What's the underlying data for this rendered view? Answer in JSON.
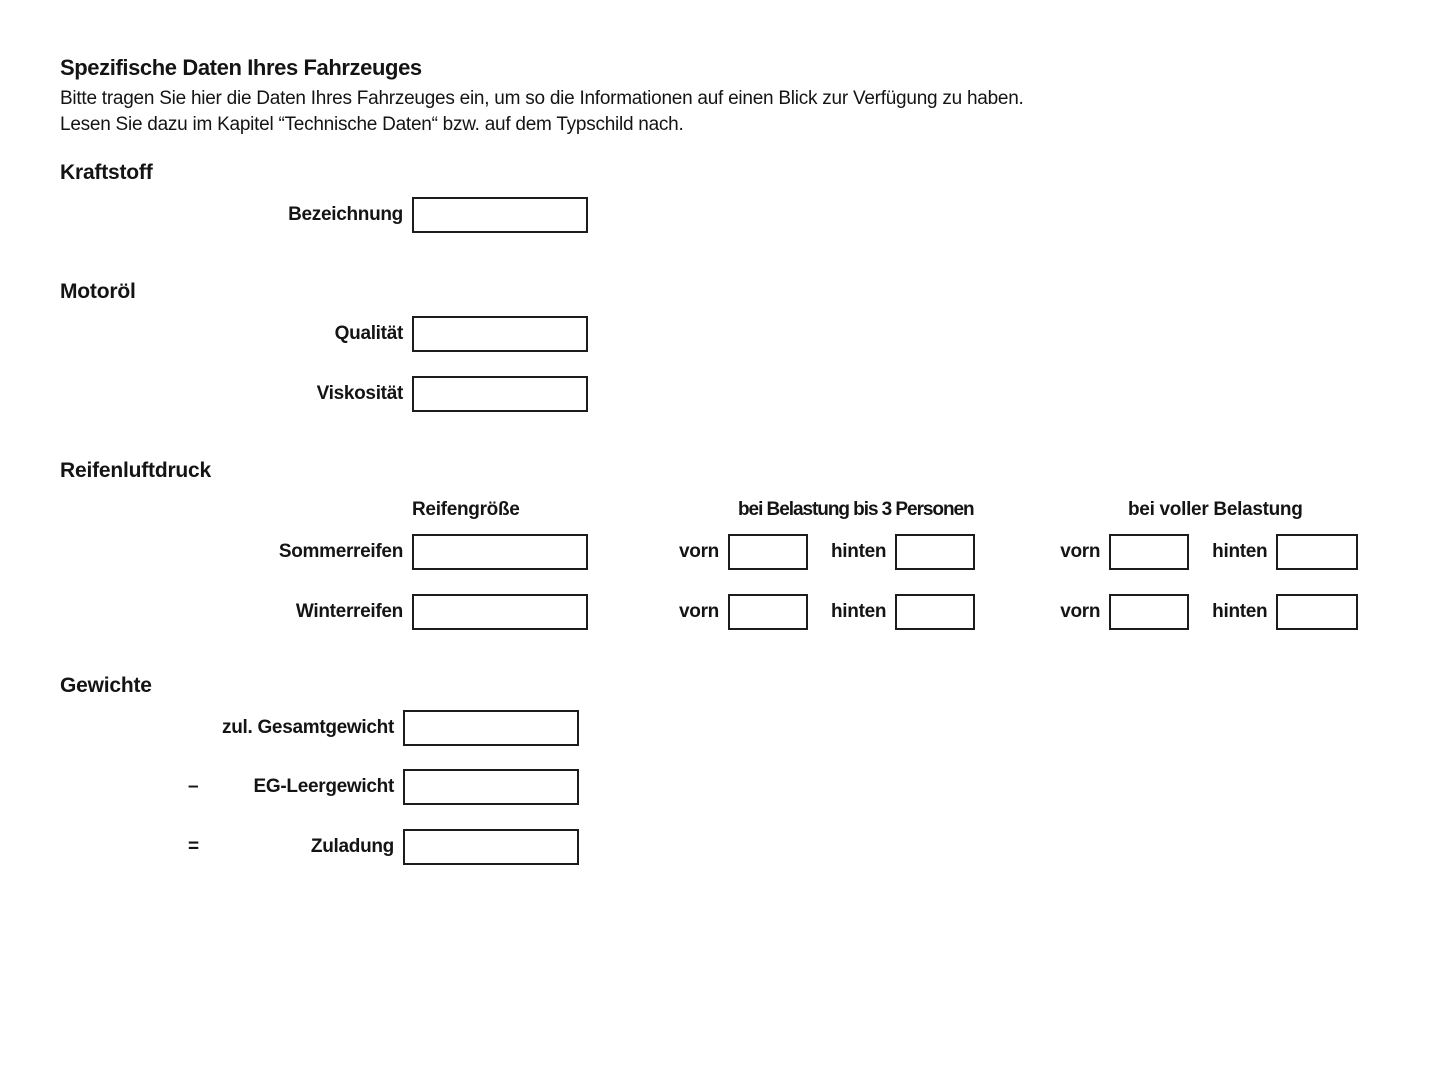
{
  "document": {
    "title": "Spezifische Daten Ihres Fahrzeuges",
    "intro_line_1": "Bitte tragen Sie hier die Daten Ihres Fahrzeuges ein, um so die Informationen auf einen Blick zur Verfügung zu haben.",
    "intro_line_2": "Lesen Sie dazu im Kapitel “Technische Daten“ bzw. auf dem Typschild nach."
  },
  "sections": {
    "kraftstoff": {
      "heading": "Kraftstoff",
      "fields": [
        {
          "label": "Bezeichnung",
          "value": "",
          "placeholder": ""
        }
      ]
    },
    "motoroel": {
      "heading": "Motoröl",
      "fields": [
        {
          "label": "Qualität",
          "value": "",
          "placeholder": ""
        },
        {
          "label": "Viskosität",
          "value": "",
          "placeholder": ""
        }
      ]
    },
    "reifenluftdruck": {
      "heading": "Reifenluftdruck",
      "column_headers": {
        "size": "Reifengröße",
        "load_three_persons": "bei Belastung bis 3 Personen",
        "load_full": "bei voller Belastung"
      },
      "axle_labels": {
        "front": "vorn",
        "rear": "hinten"
      },
      "rows": [
        {
          "name": "Sommerreifen",
          "size": "",
          "three_persons_front": "",
          "three_persons_rear": "",
          "full_front": "",
          "full_rear": ""
        },
        {
          "name": "Winterreifen",
          "size": "",
          "three_persons_front": "",
          "three_persons_rear": "",
          "full_front": "",
          "full_rear": ""
        }
      ]
    },
    "gewichte": {
      "heading": "Gewichte",
      "rows": [
        {
          "operator": "",
          "label": "zul. Gesamtgewicht",
          "value": ""
        },
        {
          "operator": "–",
          "label": "EG-Leergewicht",
          "value": ""
        },
        {
          "operator": "=",
          "label": "Zuladung",
          "value": ""
        }
      ]
    }
  },
  "colors": {
    "background": "#ffffff",
    "text": "#141414",
    "box_border": "#1c1c1c"
  }
}
